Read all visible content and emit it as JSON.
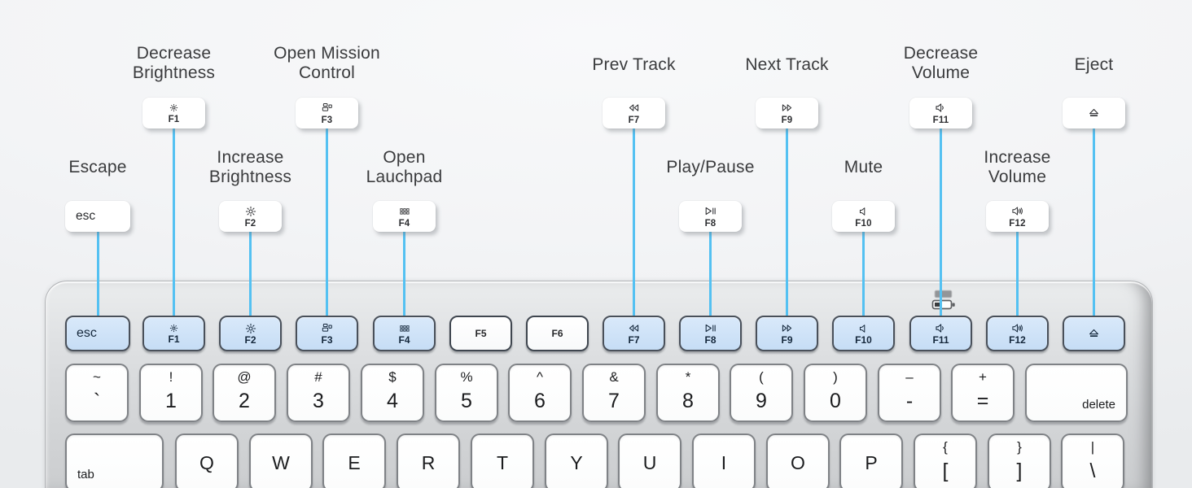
{
  "colors": {
    "accent_line": "#54c1f2",
    "key_highlight_blue": "#cde3f7",
    "label_text": "#3a3b3d",
    "key_glyph_navy": "#14273b"
  },
  "callouts": [
    {
      "name": "escape",
      "tier": "lower",
      "lines": [
        "Escape"
      ],
      "key": {
        "text": "esc"
      }
    },
    {
      "name": "decrease-brightness",
      "tier": "upper",
      "lines": [
        "Decrease",
        "Brightness"
      ],
      "key": {
        "icon": "brightness-low-icon",
        "flabel": "F1"
      }
    },
    {
      "name": "increase-brightness",
      "tier": "lower",
      "lines": [
        "Increase",
        "Brightness"
      ],
      "key": {
        "icon": "brightness-high-icon",
        "flabel": "F2"
      }
    },
    {
      "name": "open-mission-control",
      "tier": "upper",
      "lines": [
        "Open Mission",
        "Control"
      ],
      "key": {
        "icon": "mission-control-icon",
        "flabel": "F3"
      }
    },
    {
      "name": "open-launchpad",
      "tier": "lower",
      "lines": [
        "Open",
        "Lauchpad"
      ],
      "key": {
        "icon": "launchpad-icon",
        "flabel": "F4"
      }
    },
    {
      "name": "prev-track",
      "tier": "upper",
      "lines": [
        "Prev Track"
      ],
      "key": {
        "icon": "rewind-icon",
        "flabel": "F7"
      }
    },
    {
      "name": "play-pause",
      "tier": "lower",
      "lines": [
        "Play/Pause"
      ],
      "key": {
        "icon": "play-pause-icon",
        "flabel": "F8"
      }
    },
    {
      "name": "next-track",
      "tier": "upper",
      "lines": [
        "Next Track"
      ],
      "key": {
        "icon": "fast-forward-icon",
        "flabel": "F9"
      }
    },
    {
      "name": "mute",
      "tier": "lower",
      "lines": [
        "Mute"
      ],
      "key": {
        "icon": "mute-icon",
        "flabel": "F10"
      }
    },
    {
      "name": "decrease-volume",
      "tier": "upper",
      "lines": [
        "Decrease",
        "Volume"
      ],
      "key": {
        "icon": "volume-down-icon",
        "flabel": "F11"
      }
    },
    {
      "name": "increase-volume",
      "tier": "lower",
      "lines": [
        "Increase",
        "Volume"
      ],
      "key": {
        "icon": "volume-up-icon",
        "flabel": "F12"
      }
    },
    {
      "name": "eject",
      "tier": "upper",
      "lines": [
        "Eject"
      ],
      "key": {
        "icon": "eject-icon"
      }
    }
  ],
  "keyboard": {
    "function_row": [
      {
        "name": "esc-key",
        "text": "esc",
        "color": "blue"
      },
      {
        "name": "f1-key",
        "icon": "brightness-low-icon",
        "flabel": "F1",
        "color": "blue"
      },
      {
        "name": "f2-key",
        "icon": "brightness-high-icon",
        "flabel": "F2",
        "color": "blue"
      },
      {
        "name": "f3-key",
        "icon": "mission-control-icon",
        "flabel": "F3",
        "color": "blue"
      },
      {
        "name": "f4-key",
        "icon": "launchpad-icon",
        "flabel": "F4",
        "color": "blue"
      },
      {
        "name": "f5-key",
        "flabel": "F5",
        "color": "white"
      },
      {
        "name": "f6-key",
        "flabel": "F6",
        "color": "white"
      },
      {
        "name": "f7-key",
        "icon": "rewind-icon",
        "flabel": "F7",
        "color": "blue"
      },
      {
        "name": "f8-key",
        "icon": "play-pause-icon",
        "flabel": "F8",
        "color": "blue"
      },
      {
        "name": "f9-key",
        "icon": "fast-forward-icon",
        "flabel": "F9",
        "color": "blue"
      },
      {
        "name": "f10-key",
        "icon": "mute-icon",
        "flabel": "F10",
        "color": "blue"
      },
      {
        "name": "f11-key",
        "icon": "volume-down-icon",
        "flabel": "F11",
        "color": "blue"
      },
      {
        "name": "f12-key",
        "icon": "volume-up-icon",
        "flabel": "F12",
        "color": "blue"
      },
      {
        "name": "eject-key",
        "icon": "eject-icon",
        "color": "blue"
      }
    ],
    "number_row": [
      {
        "name": "key-backtick",
        "shift": "~",
        "main": "`"
      },
      {
        "name": "key-1",
        "shift": "!",
        "main": "1"
      },
      {
        "name": "key-2",
        "shift": "@",
        "main": "2"
      },
      {
        "name": "key-3",
        "shift": "#",
        "main": "3"
      },
      {
        "name": "key-4",
        "shift": "$",
        "main": "4"
      },
      {
        "name": "key-5",
        "shift": "%",
        "main": "5"
      },
      {
        "name": "key-6",
        "shift": "^",
        "main": "6"
      },
      {
        "name": "key-7",
        "shift": "&",
        "main": "7"
      },
      {
        "name": "key-8",
        "shift": "*",
        "main": "8"
      },
      {
        "name": "key-9",
        "shift": "(",
        "main": "9"
      },
      {
        "name": "key-0",
        "shift": ")",
        "main": "0"
      },
      {
        "name": "key-minus",
        "shift": "–",
        "main": "-"
      },
      {
        "name": "key-equals",
        "shift": "+",
        "main": "="
      },
      {
        "name": "delete-key",
        "text": "delete",
        "wide": true
      }
    ],
    "letter_row": [
      {
        "name": "tab-key",
        "text": "tab",
        "wide": true
      },
      {
        "name": "key-q",
        "center": "Q"
      },
      {
        "name": "key-w",
        "center": "W"
      },
      {
        "name": "key-e",
        "center": "E"
      },
      {
        "name": "key-r",
        "center": "R"
      },
      {
        "name": "key-t",
        "center": "T"
      },
      {
        "name": "key-y",
        "center": "Y"
      },
      {
        "name": "key-u",
        "center": "U"
      },
      {
        "name": "key-i",
        "center": "I"
      },
      {
        "name": "key-o",
        "center": "O"
      },
      {
        "name": "key-p",
        "center": "P"
      },
      {
        "name": "key-left-bracket",
        "shift": "{",
        "main": "["
      },
      {
        "name": "key-right-bracket",
        "shift": "}",
        "main": "]"
      },
      {
        "name": "key-backslash",
        "shift": "|",
        "main": "\\"
      }
    ]
  }
}
